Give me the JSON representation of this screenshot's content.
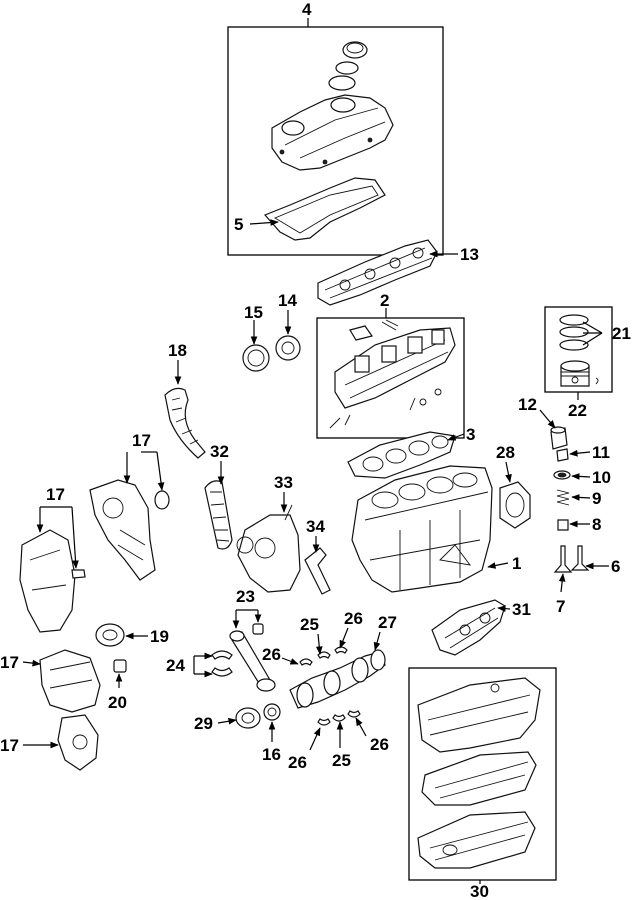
{
  "callouts": {
    "c1": "1",
    "c2": "2",
    "c3": "3",
    "c4": "4",
    "c5": "5",
    "c6": "6",
    "c7": "7",
    "c8": "8",
    "c9": "9",
    "c10": "10",
    "c11": "11",
    "c12": "12",
    "c13": "13",
    "c14": "14",
    "c15": "15",
    "c16": "16",
    "c17": "17",
    "c18": "18",
    "c19": "19",
    "c20": "20",
    "c21": "21",
    "c22": "22",
    "c23": "23",
    "c24": "24",
    "c25": "25",
    "c26": "26",
    "c27": "27",
    "c28": "28",
    "c29": "29",
    "c30": "30",
    "c31": "31",
    "c32": "32",
    "c33": "33",
    "c34": "34"
  },
  "colors": {
    "line": "#111111",
    "background": "#ffffff"
  }
}
